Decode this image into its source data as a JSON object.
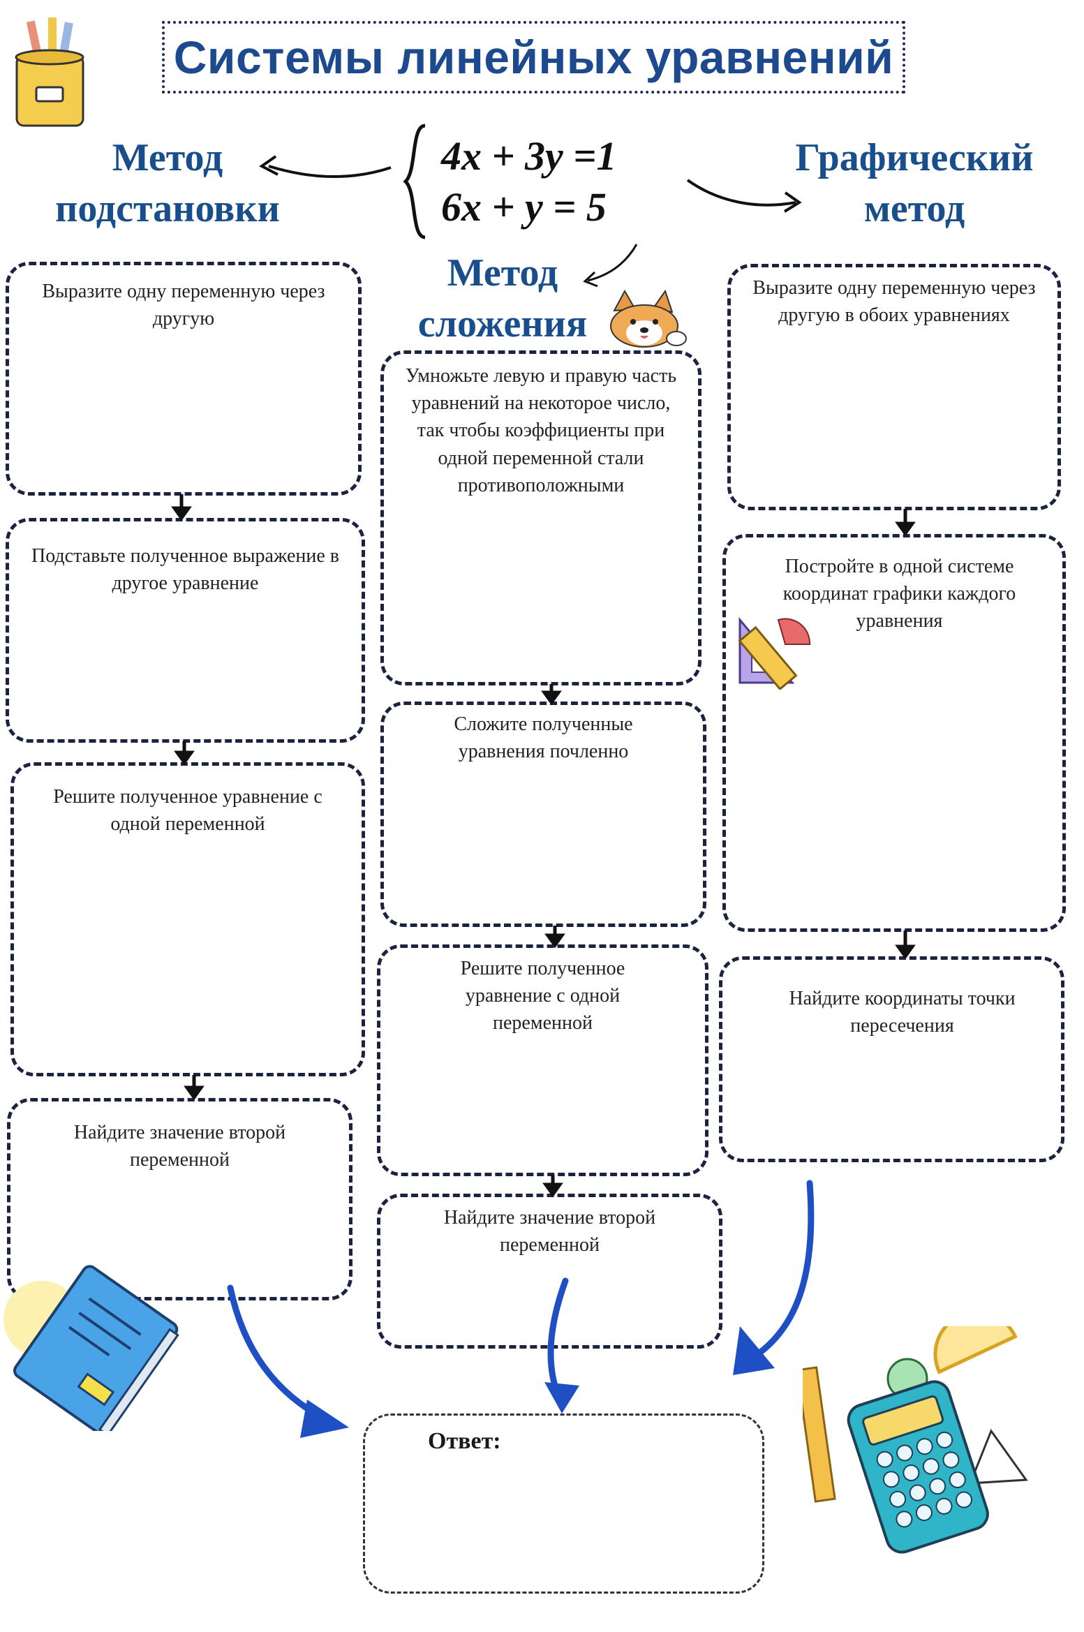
{
  "title": "Системы линейных уравнений",
  "system": {
    "eq1": "4x + 3y =1",
    "eq2": "6x + y = 5"
  },
  "methods": {
    "substitution": {
      "title_line1": "Метод",
      "title_line2": "подстановки",
      "steps": [
        "Выразите одну переменную через другую",
        "Подставьте полученное выражение в другое уравнение",
        "Решите полученное уравнение с одной переменной",
        "Найдите значение второй переменной"
      ]
    },
    "addition": {
      "title_line1": "Метод",
      "title_line2": "сложения",
      "steps": [
        "Умножьте левую и правую часть уравнений на некоторое число, так чтобы коэффициенты при одной переменной стали противоположными",
        "Сложите полученные уравнения почленно",
        "Решите полученное уравнение с одной переменной",
        "Найдите значение второй переменной"
      ]
    },
    "graphical": {
      "title_line1": "Графический",
      "title_line2": "метод",
      "steps": [
        "Выразите одну переменную через другую в обоих уравнениях",
        "Постройте в одной системе координат графики каждого уравнения",
        "Найдите координаты точки пересечения"
      ]
    }
  },
  "answer_label": "Ответ:",
  "colors": {
    "title": "#1d4a8f",
    "method": "#184e8c",
    "border": "#1c2340",
    "arrow_blue": "#1f4fc4"
  }
}
